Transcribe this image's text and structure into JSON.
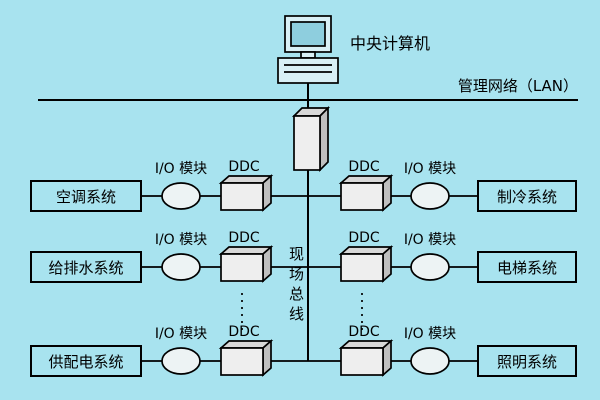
{
  "colors": {
    "background": "#a8e3ef",
    "line": "#000000",
    "node_fill": "#eeeeee"
  },
  "header": {
    "computer_label": "中央计算机",
    "lan_label": "管理网络（LAN）"
  },
  "bus_label": "现场总线",
  "labels": {
    "io": "I/O 模块",
    "ddc": "DDC"
  },
  "rows": [
    {
      "left_system": "空调系统",
      "right_system": "制冷系统"
    },
    {
      "left_system": "给排水系统",
      "right_system": "电梯系统"
    },
    {
      "left_system": "供配电系统",
      "right_system": "照明系统"
    }
  ]
}
